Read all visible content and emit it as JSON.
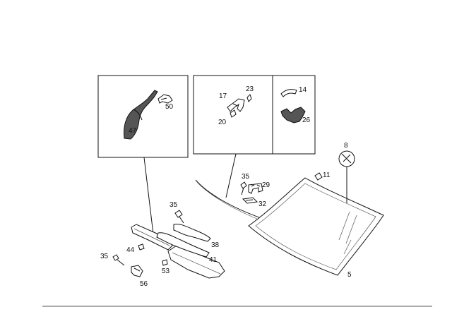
{
  "diagram": {
    "type": "exploded-parts-diagram",
    "callouts": [
      "47",
      "50",
      "17",
      "23",
      "20",
      "14",
      "26",
      "8",
      "11",
      "35",
      "29",
      "32",
      "35",
      "38",
      "41",
      "44",
      "53",
      "35",
      "56",
      "5"
    ]
  }
}
